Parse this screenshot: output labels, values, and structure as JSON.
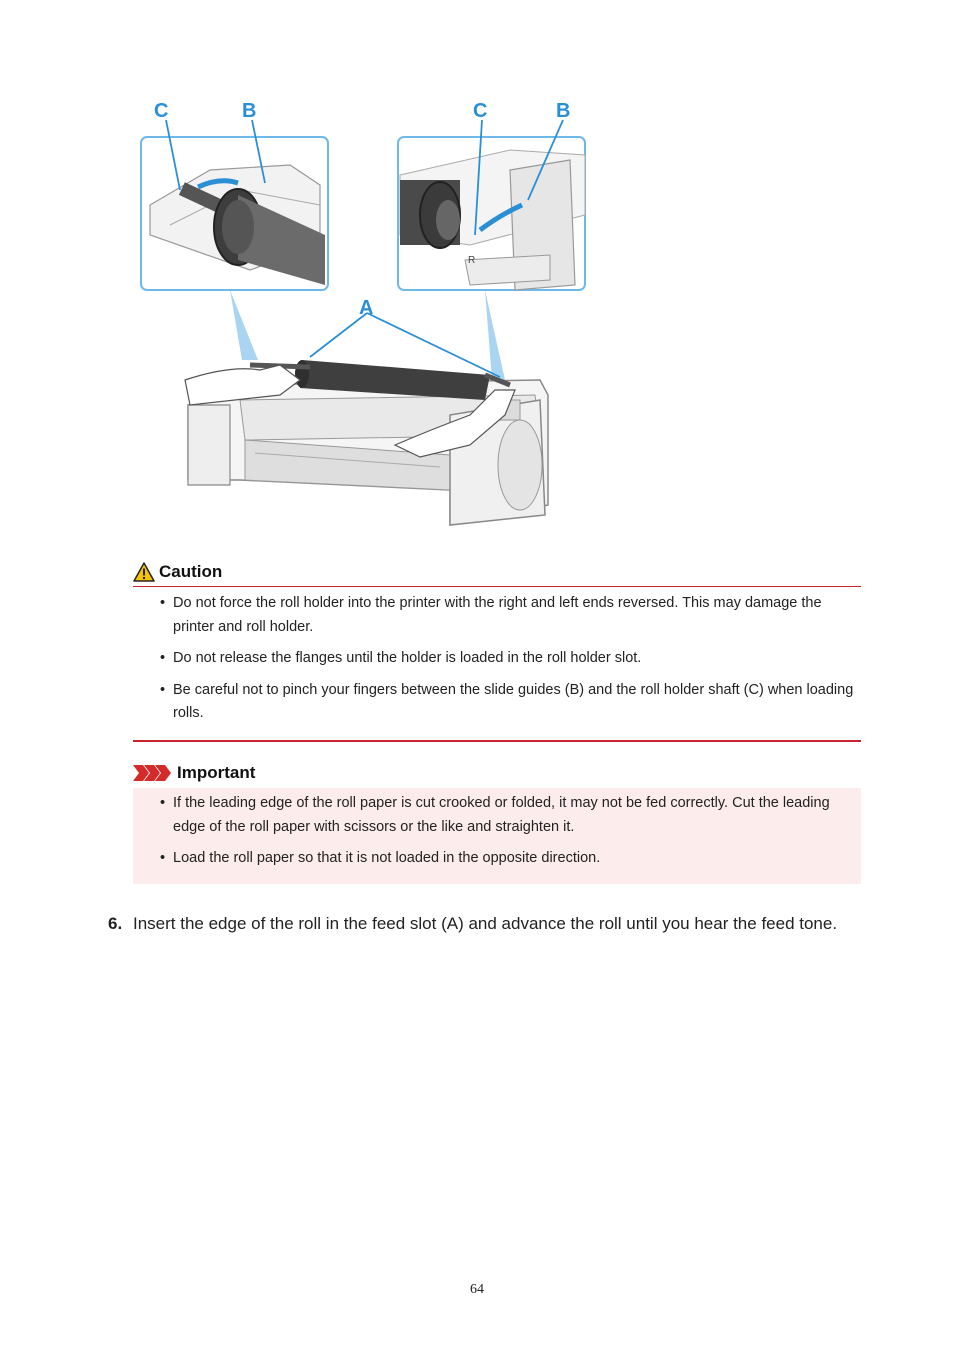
{
  "figure": {
    "labels": {
      "left_c": "C",
      "left_b": "B",
      "right_c": "C",
      "right_b": "B",
      "a": "A",
      "panel_mark": "R"
    },
    "accent_color": "#2b8fd6"
  },
  "caution": {
    "icon": "warning-triangle-icon",
    "title": "Caution",
    "items": [
      "Do not force the roll holder into the printer with the right and left ends reversed. This may damage the printer and roll holder.",
      "Do not release the flanges until the holder is loaded in the roll holder slot.",
      "Be careful not to pinch your fingers between the slide guides (B) and the roll holder shaft (C) when loading rolls."
    ],
    "color": "#c8232c"
  },
  "important": {
    "icon": "triple-chevron-icon",
    "title": "Important",
    "items": [
      "If the leading edge of the roll paper is cut crooked or folded, it may not be fed correctly. Cut the leading edge of the roll paper with scissors or the like and straighten it.",
      "Load the roll paper so that it is not loaded in the opposite direction."
    ],
    "background": "#fdecec"
  },
  "step": {
    "number": "6.",
    "text": "Insert the edge of the roll in the feed slot (A) and advance the roll until you hear the feed tone."
  },
  "page_number": "64"
}
